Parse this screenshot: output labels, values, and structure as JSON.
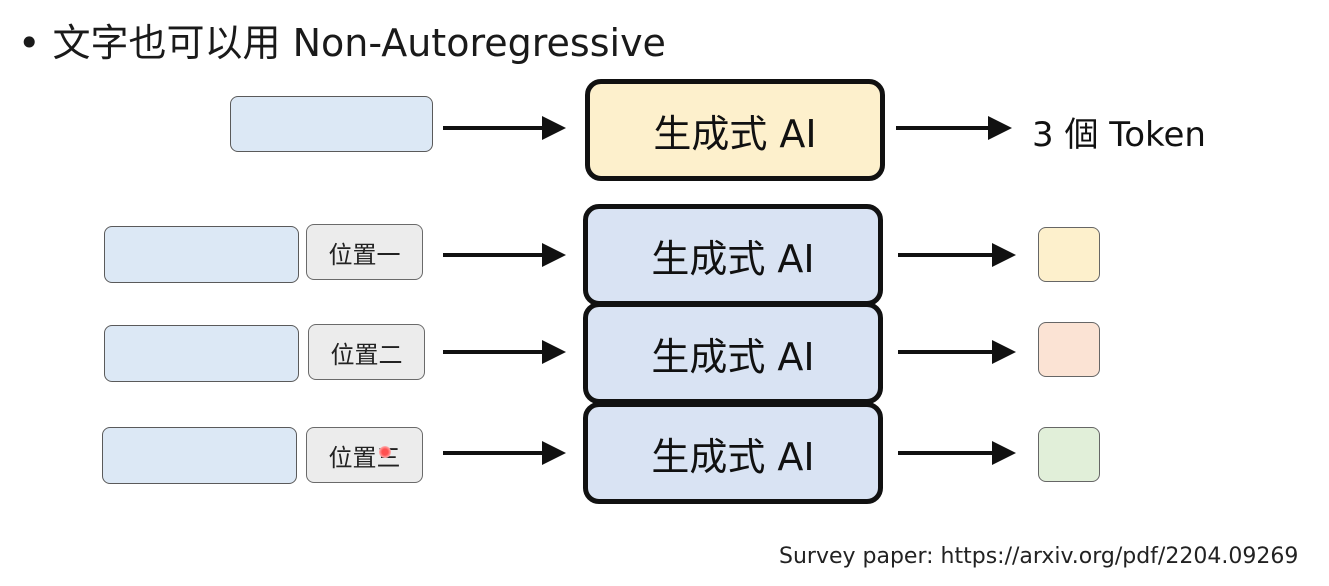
{
  "title": {
    "bullet": "•",
    "text": "文字也可以用 Non-Autoregressive"
  },
  "top_row": {
    "ai_label": "生成式 AI",
    "output_label": "3 個 Token",
    "colors": {
      "input": "#dce8f5",
      "ai": "#fdf0cc"
    }
  },
  "rows": [
    {
      "position_label": "位置一",
      "ai_label": "生成式 AI",
      "output_color": "#fdf0cc"
    },
    {
      "position_label": "位置二",
      "ai_label": "生成式 AI",
      "output_color": "#fbe3d4"
    },
    {
      "position_label": "位置三",
      "ai_label": "生成式 AI",
      "output_color": "#e1efd9"
    }
  ],
  "colors": {
    "ai_rows": "#d9e3f3",
    "position_box": "#ececec"
  },
  "citation": "Survey paper: https://arxiv.org/pdf/2204.09269"
}
